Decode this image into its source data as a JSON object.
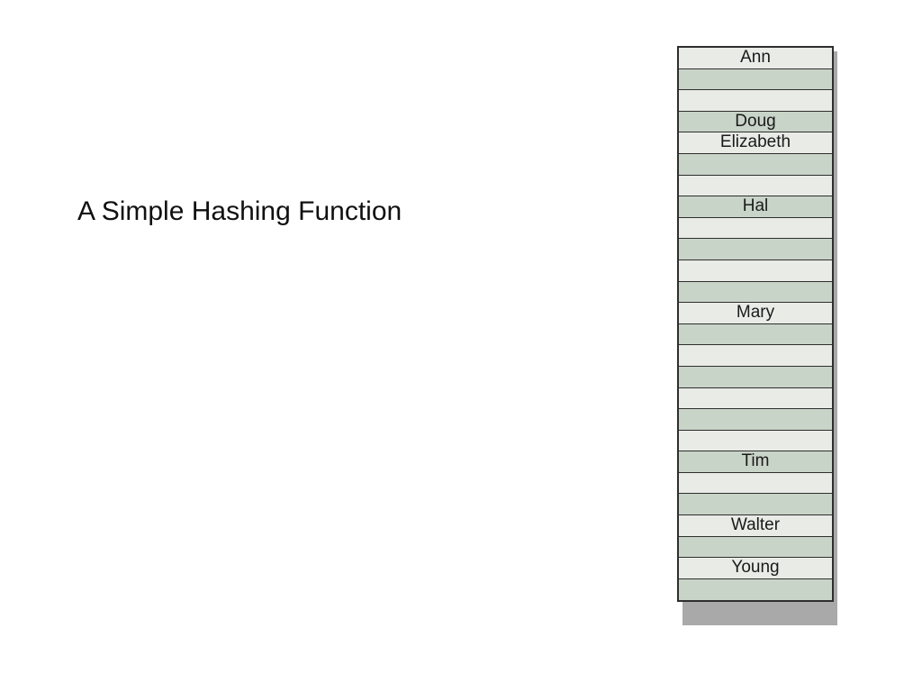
{
  "slide": {
    "title": "A Simple Hashing Function"
  },
  "colors": {
    "slot_light": "#e9ebe7",
    "slot_dark": "#c9d4c9",
    "border": "#2e2e2e",
    "shadow": "#a9a9a9"
  },
  "hash_table": {
    "slots": [
      "Ann",
      "",
      "",
      "Doug",
      "Elizabeth",
      "",
      "",
      "Hal",
      "",
      "",
      "",
      "",
      "Mary",
      "",
      "",
      "",
      "",
      "",
      "",
      "Tim",
      "",
      "",
      "Walter",
      "",
      "Young",
      ""
    ]
  }
}
